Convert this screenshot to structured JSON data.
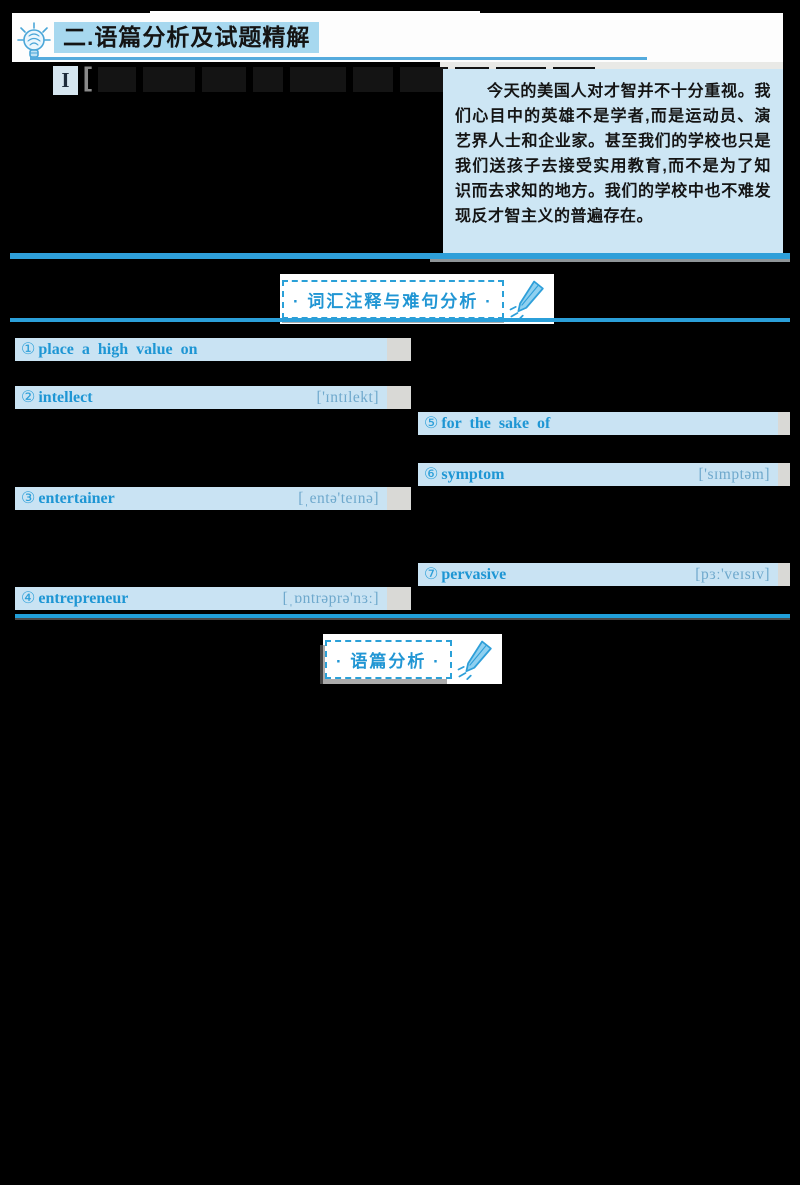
{
  "section": {
    "title": "二.语篇分析及试题精解"
  },
  "passage": {
    "label": "I",
    "bracket": "["
  },
  "translation": {
    "text": "今天的美国人对才智并不十分重视。我们心目中的英雄不是学者,而是运动员、演艺界人士和企业家。甚至我们的学校也只是我们送孩子去接受实用教育,而不是为了知识而去求知的地方。我们的学校中也不难发现反才智主义的普遍存在。"
  },
  "badges": {
    "vocab_label": "· 词汇注释与难句分析 ·",
    "discourse_label": "· 语篇分析 ·"
  },
  "vocab_items": [
    {
      "num": "①",
      "word": "place a high value on",
      "phonetic": ""
    },
    {
      "num": "②",
      "word": "intellect",
      "phonetic": "['ɪntɪlekt]"
    },
    {
      "num": "③",
      "word": "entertainer",
      "phonetic": "[ˌentə'teɪnə]"
    },
    {
      "num": "④",
      "word": "entrepreneur",
      "phonetic": "[ˌɒntrəprə'nɜː]"
    },
    {
      "num": "⑤",
      "word": "for the sake of",
      "phonetic": ""
    },
    {
      "num": "⑥",
      "word": "symptom",
      "phonetic": "['sɪmptəm]"
    },
    {
      "num": "⑦",
      "word": "pervasive",
      "phonetic": "[pɜː'veɪsɪv]"
    }
  ],
  "icons": {
    "bulb": "lightbulb-icon",
    "pen": "pen-icon"
  },
  "colors": {
    "accent_blue": "#2196d4",
    "bar_blue": "#2b9fd9",
    "panel_blue": "#cde6f4",
    "highlight_blue": "#a7d8ef",
    "vocab_bar_blue": "#c9e3f3"
  }
}
